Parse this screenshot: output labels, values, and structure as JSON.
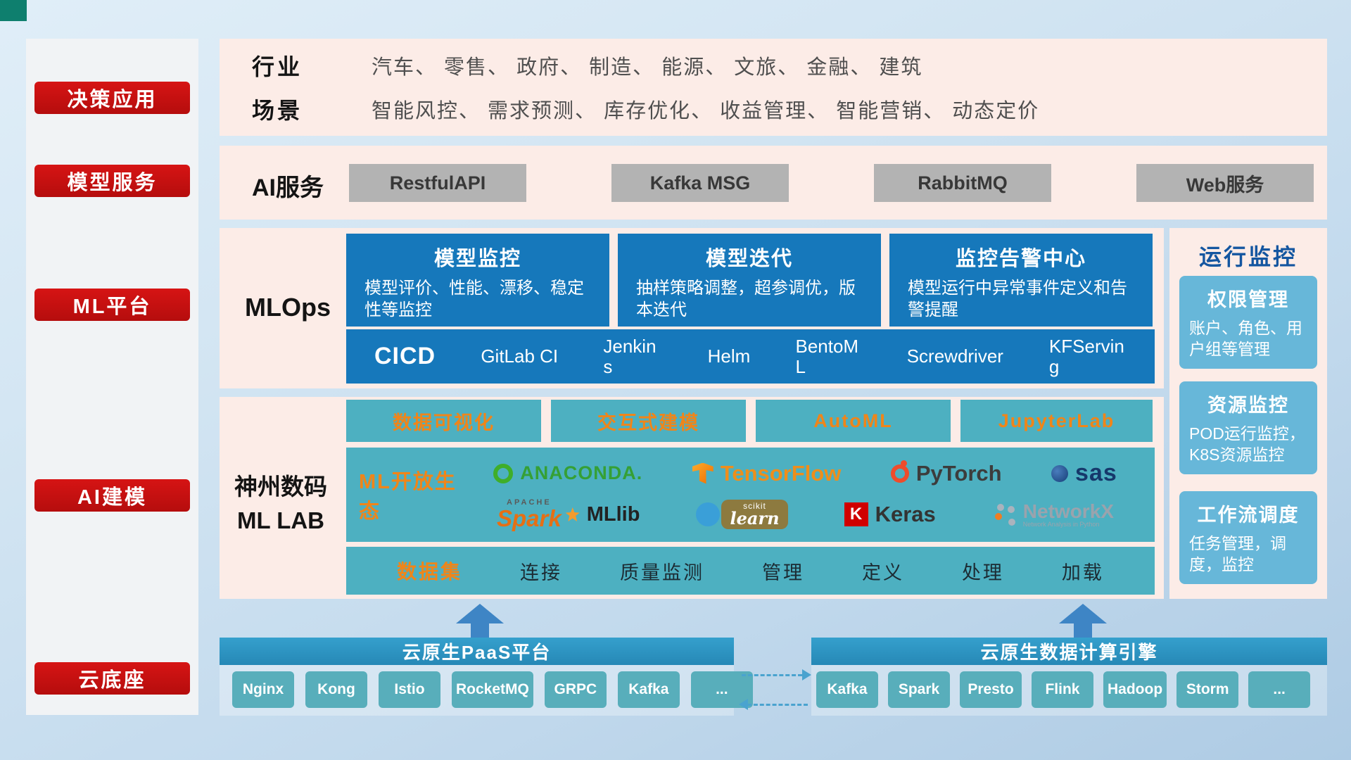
{
  "sidebar": {
    "items": [
      "决策应用",
      "模型服务",
      "ML平台",
      "AI建模",
      "云底座"
    ]
  },
  "industry": {
    "label": "行业",
    "text": "汽车、 零售、 政府、 制造、 能源、 文旅、 金融、 建筑"
  },
  "scenario": {
    "label": "场景",
    "text": "智能风控、 需求预测、 库存优化、 收益管理、 智能营销、 动态定价"
  },
  "ai_service": {
    "label": "AI服务",
    "buttons": [
      "RestfulAPI",
      "Kafka MSG",
      "RabbitMQ",
      "Web服务"
    ]
  },
  "mlops": {
    "label": "MLOps",
    "cards": [
      {
        "title": "模型监控",
        "body": "模型评价、性能、漂移、稳定性等监控"
      },
      {
        "title": "模型迭代",
        "body": "抽样策略调整，超参调优，版本迭代"
      },
      {
        "title": "监控告警中心",
        "body": "模型运行中异常事件定义和告警提醒"
      }
    ],
    "cicd_label": "CICD",
    "tools": [
      "GitLab CI",
      "Jenkins",
      "Helm",
      "BentoML",
      "Screwdriver",
      "KFServing"
    ]
  },
  "monitor": {
    "title": "运行监控",
    "cards": [
      {
        "title": "权限管理",
        "body": "账户、角色、用户组等管理"
      },
      {
        "title": "资源监控",
        "body": "POD运行监控，K8S资源监控"
      },
      {
        "title": "工作流调度",
        "body": "任务管理，调度，监控"
      }
    ]
  },
  "mllab": {
    "name_line1": "神州数码",
    "name_line2": "ML LAB",
    "tools": [
      "数据可视化",
      "交互式建模",
      "AutoML",
      "JupyterLab"
    ],
    "eco_label": "ML开放生态",
    "logos": {
      "anaconda": "ANACONDA.",
      "tensorflow": "TensorFlow",
      "pytorch": "PyTorch",
      "sas": "sas",
      "apache": "APACHE",
      "spark": "Spark",
      "mllib": "MLlib",
      "scikit_top": "scikit",
      "scikit_main": "learn",
      "keras_mark": "K",
      "keras": "Keras",
      "networkx": "NetworkX",
      "networkx_sub": "Network Analysis in Python"
    },
    "data_label": "数据集",
    "data_items": [
      "连接",
      "质量监测",
      "管理",
      "定义",
      "处理",
      "加载"
    ]
  },
  "paas": {
    "title": "云原生PaaS平台",
    "buttons": [
      "Nginx",
      "Kong",
      "Istio",
      "RocketMQ",
      "GRPC",
      "Kafka",
      "..."
    ]
  },
  "engine": {
    "title": "云原生数据计算引擎",
    "buttons": [
      "Kafka",
      "Spark",
      "Presto",
      "Flink",
      "Hadoop",
      "Storm",
      "..."
    ]
  },
  "colors": {
    "accent_red": "#c30d0d",
    "panel_pink": "#fcece7",
    "deep_blue": "#1678bb",
    "teal": "#4db0c1",
    "light_blue_card": "#67b7d9",
    "bar_blue": "#2e96c4",
    "tech_teal": "#58aebb",
    "orange": "#f08519"
  }
}
